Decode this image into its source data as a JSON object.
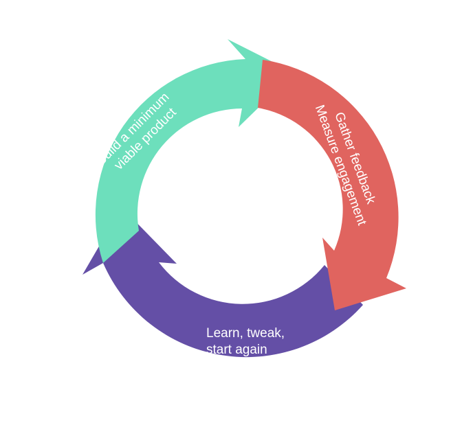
{
  "diagram": {
    "type": "cycle",
    "steps": [
      {
        "id": "build",
        "lines": [
          "Build a minimum",
          "viable product"
        ],
        "color": "#6ddfbc"
      },
      {
        "id": "measure",
        "lines": [
          "Gather feedback",
          "Measure engagement"
        ],
        "color": "#e0645f"
      },
      {
        "id": "learn",
        "lines": [
          "Learn, tweak,",
          "start again"
        ],
        "color": "#644fa6"
      }
    ],
    "background": "#ffffff"
  }
}
